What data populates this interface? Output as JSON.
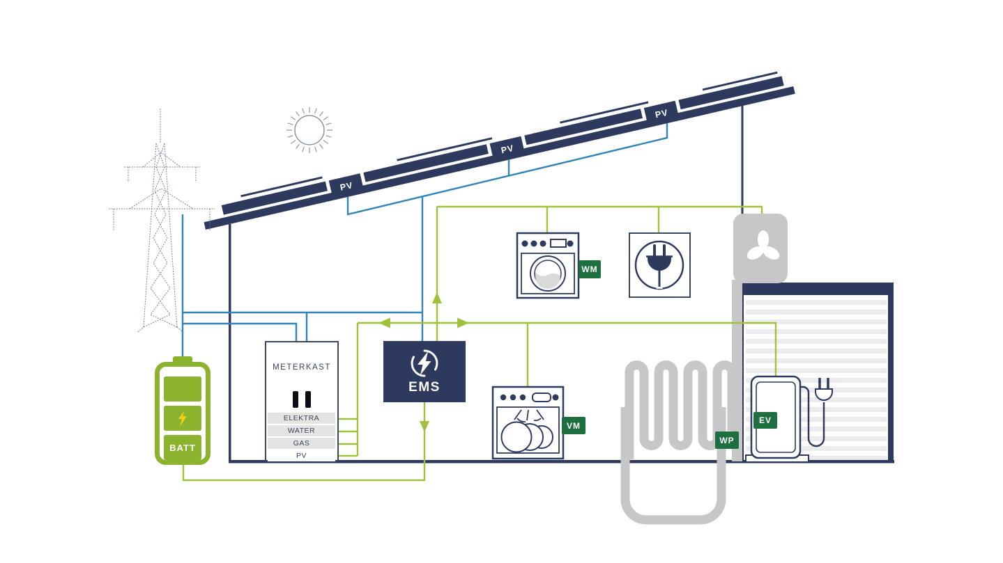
{
  "colors": {
    "navy": "#2d3a5e",
    "wire_blue": "#2f85b8",
    "wire_green": "#9fc23a",
    "badge_green": "#1d6f3f",
    "battery_green": "#8cb32d",
    "equipment_gray": "#c7c7c9",
    "door_stripe_gray": "#ececef",
    "bolt_yellow": "#f2cf1a"
  },
  "roof": {
    "panel_labels": [
      "PV",
      "PV",
      "PV"
    ]
  },
  "meterkast": {
    "title": "METERKAST",
    "rows": [
      "ELEKTRA",
      "WATER",
      "GAS",
      "PV"
    ]
  },
  "ems": {
    "label": "EMS"
  },
  "battery": {
    "label": "BATT"
  },
  "badges": {
    "washing_machine": "WM",
    "dishwasher": "VM",
    "heat_pump": "WP",
    "ev_charger": "EV"
  },
  "icons": {
    "pylon": "power-pylon-icon",
    "sun": "sun-icon",
    "solar_panels": "solar-panel-icon",
    "washing_machine": "washing-machine-icon",
    "wall_plug": "plug-icon",
    "dishwasher": "dishwasher-icon",
    "heat_pump_coil": "heat-pump-coil-icon",
    "fan_unit": "fan-unit-icon",
    "ev_charger": "ev-charger-icon",
    "battery": "battery-icon",
    "ems_logo": "ems-bolt-icon",
    "lightning": "lightning-bolt-icon"
  }
}
